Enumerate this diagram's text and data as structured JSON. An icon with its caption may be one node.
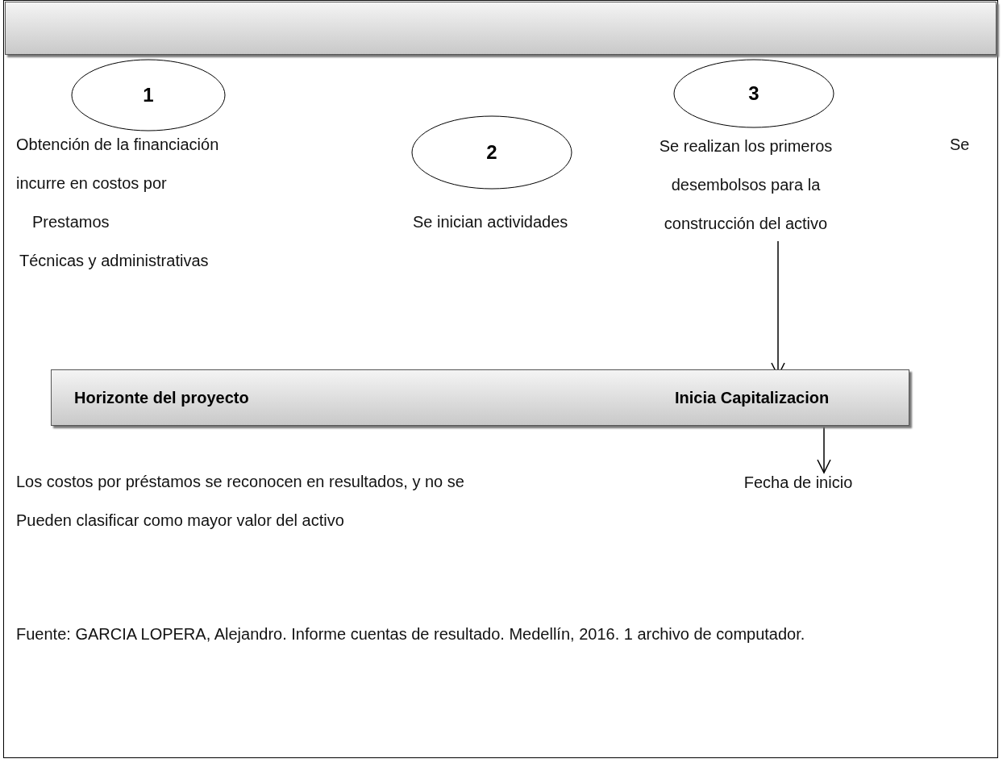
{
  "diagram": {
    "caption": "Fuente: GARCIA LOPERA, Alejandro. Informe cuentas de resultado. Medellín, 2016. 1 archivo de computador.",
    "nodes": [
      {
        "text": [],
        "shape": "bar"
      },
      {
        "text": [
          "1"
        ]
      },
      {
        "text": [
          "2"
        ]
      },
      {
        "text": [
          "3"
        ]
      },
      {
        "text": [
          "Se realizan los primeros desembolsos para la construcción del activo"
        ]
      },
      {
        "text": [
          "Horizonte del proyecto",
          "Inicia Capitalizacion"
        ]
      },
      {
        "text": [
          "Fecha de inicio"
        ]
      }
    ],
    "edges": [
      {
        "from": 4,
        "to": 5,
        "arrow": "to"
      },
      {
        "from": 5,
        "to": 6,
        "arrow": "to"
      }
    ],
    "labels": [
      "Obtención de la financiación",
      "Se",
      "incurre en costos por",
      "Prestamos",
      "Se inician actividades",
      "Técnicas y administrativas",
      "Los costos por préstamos se reconocen en resultados, y no se Pueden clasificar como mayor valor del activo"
    ]
  }
}
